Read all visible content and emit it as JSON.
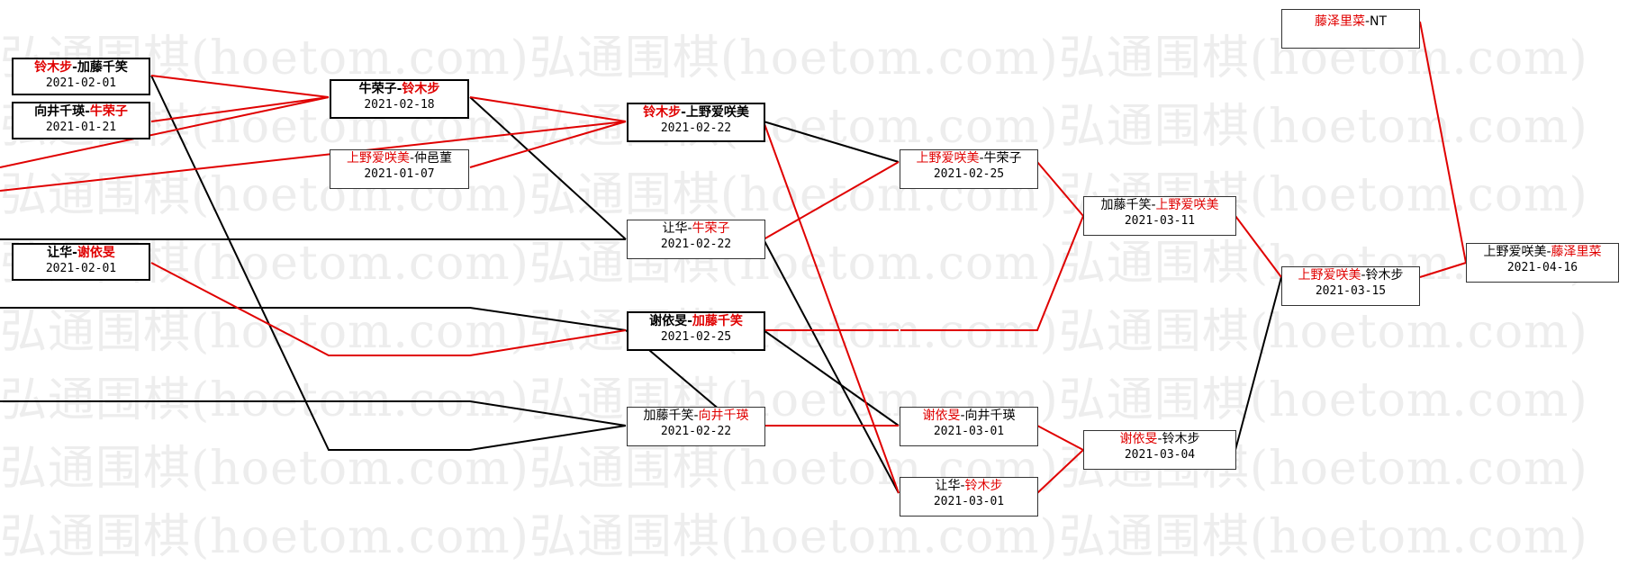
{
  "colors": {
    "winner": "#e00000",
    "line_win": "#e00000",
    "line_loss": "#000000",
    "watermark": "#ededed"
  },
  "watermark_text": "弘通围棋(hoetom.com)弘通围棋(hoetom.com)弘通围棋(hoetom.com)",
  "games": [
    {
      "id": "g1",
      "p1": "铃木步",
      "sep": "-",
      "p2": "加藤千笑",
      "winner": 1,
      "date": "2021-02-01"
    },
    {
      "id": "g2",
      "p1": "向井千瑛",
      "sep": "-",
      "p2": "牛荣子",
      "winner": 2,
      "date": "2021-01-21"
    },
    {
      "id": "g3",
      "p1": "让华",
      "sep": "-",
      "p2": "谢依旻",
      "winner": 2,
      "date": "2021-02-01"
    },
    {
      "id": "g4",
      "p1": "牛荣子",
      "sep": "-",
      "p2": "铃木步",
      "winner": 2,
      "date": "2021-02-18"
    },
    {
      "id": "g5",
      "p1": "上野爱咲美",
      "sep": "-",
      "p2": "仲邑菫",
      "winner": 1,
      "date": "2021-01-07"
    },
    {
      "id": "g6",
      "p1": "铃木步",
      "sep": "-",
      "p2": "上野爱咲美",
      "winner": 1,
      "date": "2021-02-22"
    },
    {
      "id": "g7",
      "p1": "让华",
      "sep": "-",
      "p2": "牛荣子",
      "winner": 2,
      "date": "2021-02-22"
    },
    {
      "id": "g8",
      "p1": "谢依旻",
      "sep": "-",
      "p2": "加藤千笑",
      "winner": 2,
      "date": "2021-02-25"
    },
    {
      "id": "g9",
      "p1": "加藤千笑",
      "sep": "-",
      "p2": "向井千瑛",
      "winner": 2,
      "date": "2021-02-22"
    },
    {
      "id": "g10",
      "p1": "上野爱咲美",
      "sep": "-",
      "p2": "牛荣子",
      "winner": 1,
      "date": "2021-02-25"
    },
    {
      "id": "g11",
      "p1": "谢依旻",
      "sep": "-",
      "p2": "向井千瑛",
      "winner": 1,
      "date": "2021-03-01"
    },
    {
      "id": "g12",
      "p1": "让华",
      "sep": "-",
      "p2": "铃木步",
      "winner": 2,
      "date": "2021-03-01"
    },
    {
      "id": "g13",
      "p1": "加藤千笑",
      "sep": "-",
      "p2": "上野爱咲美",
      "winner": 2,
      "date": "2021-03-11"
    },
    {
      "id": "g14",
      "p1": "谢依旻",
      "sep": "-",
      "p2": "铃木步",
      "winner": 1,
      "date": "2021-03-04"
    },
    {
      "id": "g15",
      "p1": "上野爱咲美",
      "sep": "-",
      "p2": "铃木步",
      "winner": 1,
      "date": "2021-03-15"
    },
    {
      "id": "g16",
      "p1": "藤泽里菜",
      "sep": "-",
      "p2": "NT",
      "winner": 1,
      "date": ""
    },
    {
      "id": "g17",
      "p1": "上野爱咲美",
      "sep": "-",
      "p2": "藤泽里菜",
      "winner": 2,
      "date": "2021-04-16"
    }
  ]
}
